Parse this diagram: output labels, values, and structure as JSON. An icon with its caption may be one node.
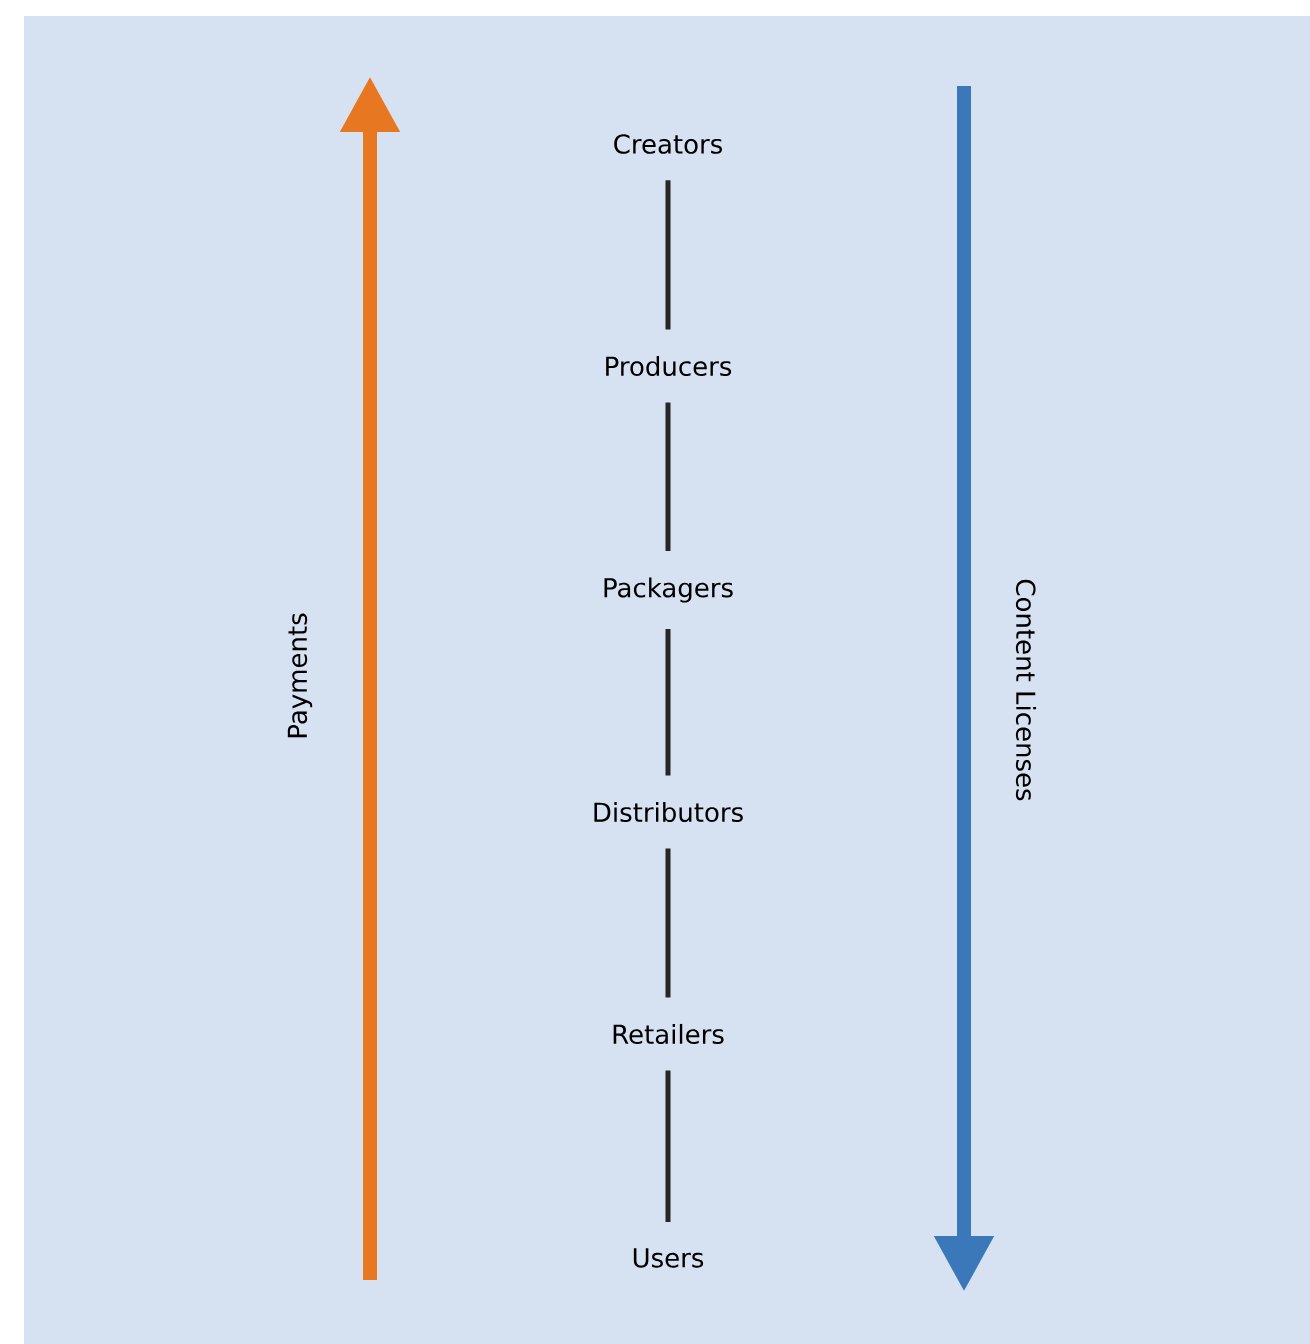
{
  "diagram": {
    "nodes": [
      {
        "text": [
          "Creators"
        ]
      },
      {
        "text": [
          "Producers"
        ]
      },
      {
        "text": [
          "Packagers"
        ]
      },
      {
        "text": [
          "Distributors"
        ]
      },
      {
        "text": [
          "Retailers"
        ]
      },
      {
        "text": [
          "Users"
        ]
      }
    ],
    "edges": [
      {
        "from": 0,
        "to": 1,
        "arrow": "none"
      },
      {
        "from": 1,
        "to": 2,
        "arrow": "none"
      },
      {
        "from": 2,
        "to": 3,
        "arrow": "none"
      },
      {
        "from": 3,
        "to": 4,
        "arrow": "none"
      },
      {
        "from": 4,
        "to": 5,
        "arrow": "none"
      }
    ],
    "labels": [
      "Payments",
      "Content Licenses"
    ]
  }
}
